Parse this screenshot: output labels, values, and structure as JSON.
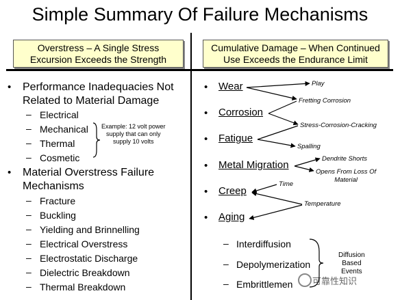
{
  "title": "Simple Summary Of Failure Mechanisms",
  "left": {
    "header": [
      "Overstress – A Single Stress",
      "Excursion Exceeds the Strength"
    ],
    "group1": {
      "title": [
        "Performance Inadequacies Not",
        "Related to Material Damage"
      ],
      "items": [
        "Electrical",
        "Mechanical",
        "Thermal",
        "Cosmetic"
      ],
      "note": [
        "Example: 12 volt power",
        "supply that can only",
        "supply 10 volts"
      ]
    },
    "group2": {
      "title": [
        "Material Overstress Failure",
        "Mechanisms"
      ],
      "items": [
        "Fracture",
        "Buckling",
        "Yielding and Brinnelling",
        "Electrical Overstress",
        "Electrostatic Discharge",
        "Dielectric Breakdown",
        "Thermal Breakdown"
      ]
    }
  },
  "right": {
    "header": [
      "Cumulative Damage – When Continued",
      "Use Exceeds the Endurance Limit"
    ],
    "mechanisms": [
      "Wear",
      "Corrosion",
      "Fatigue",
      "Metal Migration",
      "Creep",
      "Aging"
    ],
    "tags": {
      "play": "Play",
      "fretting": "Fretting Corrosion",
      "scc": "Stress-Corrosion-Cracking",
      "spalling": "Spalling",
      "dendrite": "Dendrite Shorts",
      "opens": [
        "Opens From Loss Of",
        "Material"
      ],
      "time": "Time",
      "temperature": "Temperature"
    },
    "aging_items": [
      "Interdiffusion",
      "Depolymerization",
      "Embrittlemen"
    ],
    "aging_note": [
      "Diffusion",
      "Based",
      "Events"
    ]
  },
  "watermark": "可靠性知识",
  "symbols": {
    "bullet": "•",
    "dash": "–"
  }
}
